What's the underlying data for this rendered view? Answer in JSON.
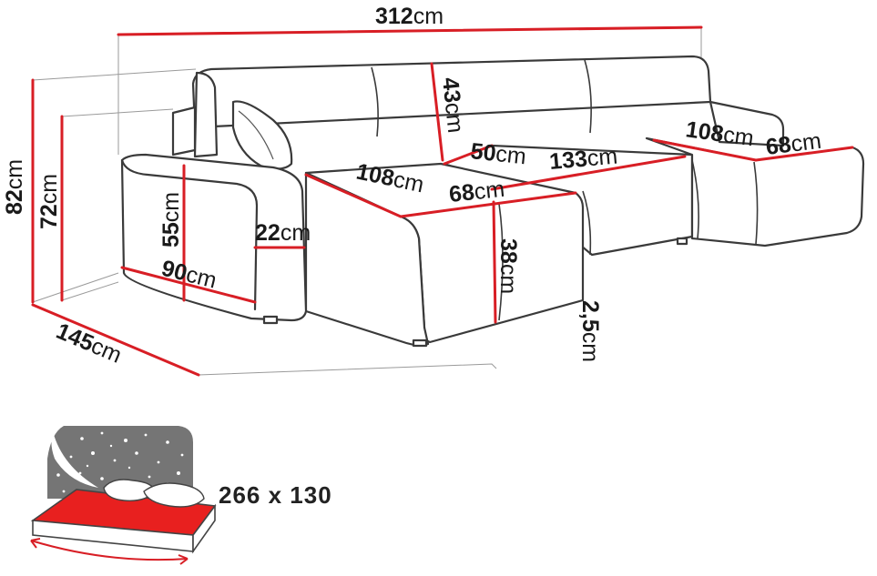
{
  "dimensions": {
    "width": {
      "value": "312",
      "unit": "cm"
    },
    "height_total": {
      "value": "82",
      "unit": "cm"
    },
    "height_armrest": {
      "value": "72",
      "unit": "cm"
    },
    "back_height": {
      "value": "43",
      "unit": "cm"
    },
    "depth": {
      "value": "145",
      "unit": "cm"
    },
    "arm_height": {
      "value": "55",
      "unit": "cm"
    },
    "arm_width": {
      "value": "22",
      "unit": "cm"
    },
    "arm_depth": {
      "value": "90",
      "unit": "cm"
    },
    "left_chaise_length": {
      "value": "108",
      "unit": "cm"
    },
    "left_chaise_width": {
      "value": "68",
      "unit": "cm"
    },
    "seat_height": {
      "value": "38",
      "unit": "cm"
    },
    "leg_height": {
      "value": "2,5",
      "unit": "cm"
    },
    "seat_depth": {
      "value": "50",
      "unit": "cm"
    },
    "seat_width": {
      "value": "133",
      "unit": "cm"
    },
    "right_chaise_length": {
      "value": "108",
      "unit": "cm"
    },
    "right_chaise_width": {
      "value": "68",
      "unit": "cm"
    }
  },
  "bed": {
    "size": "266 x 130"
  },
  "colors": {
    "dimension_line": "#d81e25",
    "sleep_area": "#e8201f",
    "outline": "#3a3a3a"
  },
  "icons": {
    "bed": "bed-icon"
  }
}
